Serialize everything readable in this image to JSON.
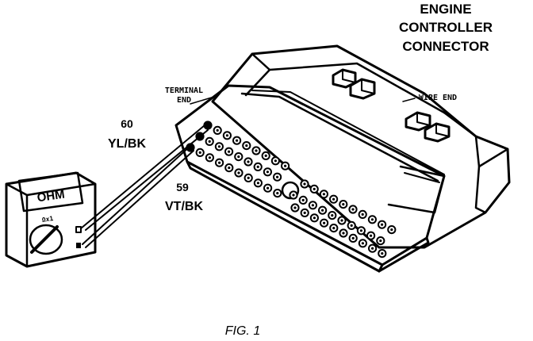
{
  "title_lines": [
    "ENGINE",
    "CONTROLLER",
    "CONNECTOR"
  ],
  "labels": {
    "terminal_end": [
      "TERMINAL",
      "END"
    ],
    "wire_end": "WIRE END",
    "wire60": [
      "60",
      "YL/BK"
    ],
    "wire59": [
      "59",
      "VT/BK"
    ]
  },
  "meter": {
    "display": "OHM",
    "range": "Ωx1"
  },
  "caption": "FIG. 1"
}
